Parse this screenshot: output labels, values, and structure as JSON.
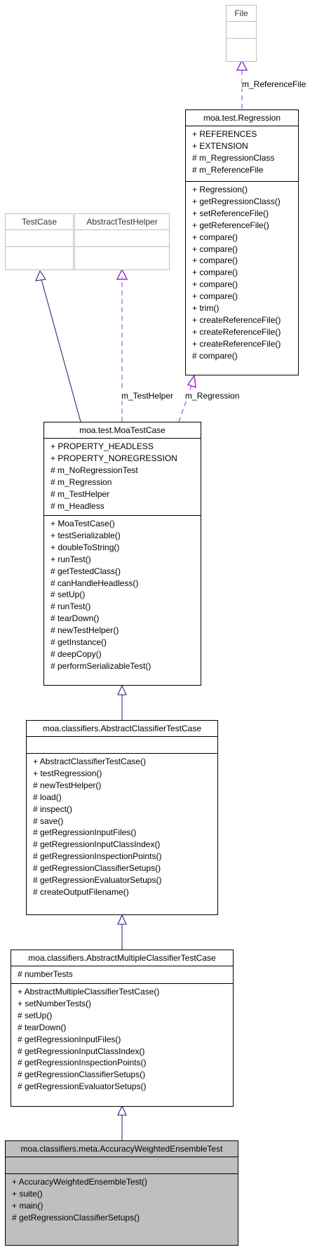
{
  "classes": {
    "file": {
      "name": "File"
    },
    "regression": {
      "name": "moa.test.Regression",
      "attributes": [
        "+ REFERENCES",
        "+ EXTENSION",
        "# m_RegressionClass",
        "# m_ReferenceFile"
      ],
      "methods": [
        "+ Regression()",
        "+ getRegressionClass()",
        "+ setReferenceFile()",
        "+ getReferenceFile()",
        "+ compare()",
        "+ compare()",
        "+ compare()",
        "+ compare()",
        "+ compare()",
        "+ compare()",
        "+ trim()",
        "+ createReferenceFile()",
        "+ createReferenceFile()",
        "+ createReferenceFile()",
        "# compare()"
      ]
    },
    "testcase": {
      "name": "TestCase"
    },
    "helper": {
      "name": "AbstractTestHelper"
    },
    "moatestcase": {
      "name": "moa.test.MoaTestCase",
      "attributes": [
        "+ PROPERTY_HEADLESS",
        "+ PROPERTY_NOREGRESSION",
        "# m_NoRegressionTest",
        "# m_Regression",
        "# m_TestHelper",
        "# m_Headless"
      ],
      "methods": [
        "+ MoaTestCase()",
        "+ testSerializable()",
        "+ doubleToString()",
        "+ runTest()",
        "# getTestedClass()",
        "# canHandleHeadless()",
        "# setUp()",
        "# runTest()",
        "# tearDown()",
        "# newTestHelper()",
        "# getInstance()",
        "# deepCopy()",
        "# performSerializableTest()"
      ]
    },
    "abstractclassifier": {
      "name": "moa.classifiers.AbstractClassifierTestCase",
      "methods": [
        "+ AbstractClassifierTestCase()",
        "+ testRegression()",
        "# newTestHelper()",
        "# load()",
        "# inspect()",
        "# save()",
        "# getRegressionInputFiles()",
        "# getRegressionInputClassIndex()",
        "# getRegressionInspectionPoints()",
        "# getRegressionClassifierSetups()",
        "# getRegressionEvaluatorSetups()",
        "# createOutputFilename()"
      ]
    },
    "abstractmultiple": {
      "name": "moa.classifiers.AbstractMultipleClassifierTestCase",
      "attributes": [
        "# numberTests"
      ],
      "methods": [
        "+ AbstractMultipleClassifierTestCase()",
        "+ setNumberTests()",
        "# setUp()",
        "# tearDown()",
        "# getRegressionInputFiles()",
        "# getRegressionInputClassIndex()",
        "# getRegressionInspectionPoints()",
        "# getRegressionClassifierSetups()",
        "# getRegressionEvaluatorSetups()"
      ]
    },
    "accuracyweighted": {
      "name": "moa.classifiers.meta.AccuracyWeightedEnsembleTest",
      "methods": [
        "+ AccuracyWeightedEnsembleTest()",
        "+ suite()",
        "+ main()",
        "# getRegressionClassifierSetups()"
      ]
    }
  },
  "edge_labels": {
    "reference_file": "m_ReferenceFile",
    "test_helper": "m_TestHelper",
    "regression": "m_Regression"
  },
  "colors": {
    "inheritance": "#191970",
    "usage": "#9a32cd",
    "highlight_fill": "#bfbfbf",
    "ghost_border": "#bfbfbf"
  }
}
